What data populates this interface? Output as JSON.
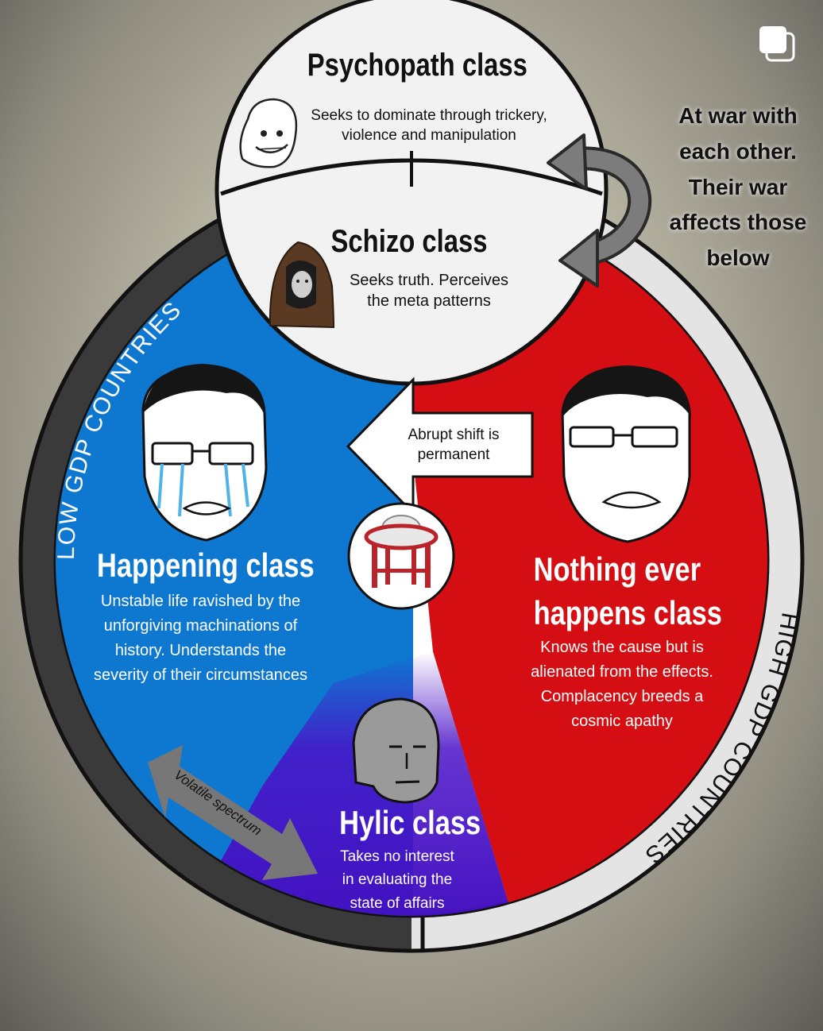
{
  "psychopath": {
    "title": "Psychopath class",
    "line1": "Seeks to dominate through trickery,",
    "line2": "violence and manipulation"
  },
  "schizo": {
    "title": "Schizo class",
    "line1": "Seeks truth. Perceives",
    "line2": "the meta patterns"
  },
  "war_note": {
    "lines": [
      "At war with",
      "each other.",
      "Their war",
      "affects those",
      "below"
    ]
  },
  "happening": {
    "title": "Happening class",
    "lines": [
      "Unstable life ravished by the",
      "unforgiving machinations of",
      "history. Understands the",
      "severity of their circumstances"
    ]
  },
  "nothing": {
    "title1": "Nothing ever",
    "title2": "happens class",
    "lines": [
      "Knows the cause but is",
      "alienated from the effects.",
      "Complacency breeds a",
      "cosmic apathy"
    ]
  },
  "hylic": {
    "title": "Hylic class",
    "lines": [
      "Takes no interest",
      "in evaluating the",
      "state of affairs"
    ]
  },
  "shift_arrow": {
    "line1": "Abrupt shift is",
    "line2": "permanent"
  },
  "ring": {
    "low": "LOW GDP COUNTRIES",
    "high": "HIGH GDP COUNTRIES"
  },
  "spectrum": "Volatile spectrum",
  "icons": [
    "table-icon",
    "crying-face-icon",
    "frown-face-icon",
    "npc-face-icon",
    "hooded-figure-icon",
    "grin-face-icon",
    "copy-icon"
  ],
  "colors": {
    "blue": "#0e78d0",
    "red": "#d40e12",
    "purple": "#4a12c8",
    "ring_dark": "#3a3a3a",
    "ring_light": "#e4e4e4",
    "top_circle": "#f2f2f2"
  }
}
